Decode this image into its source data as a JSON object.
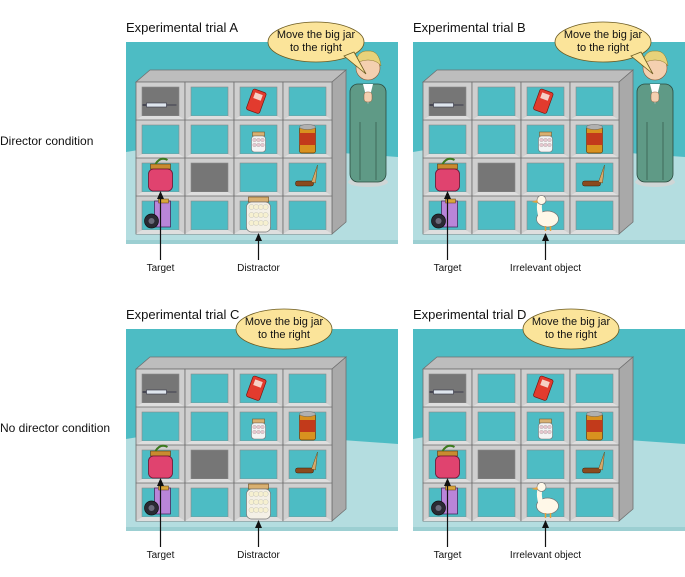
{
  "conditions": {
    "director": "Director condition",
    "no_director": "No director condition"
  },
  "instruction": {
    "line1": "Move the big jar",
    "line2": "to the right"
  },
  "panels": [
    {
      "title": "Experimental trial A",
      "director": true,
      "bottom_object": "jar",
      "labels": [
        "Target",
        "Distractor"
      ]
    },
    {
      "title": "Experimental trial B",
      "director": true,
      "bottom_object": "duck",
      "labels": [
        "Target",
        "Irrelevant object"
      ]
    },
    {
      "title": "Experimental trial C",
      "director": false,
      "bottom_object": "jar",
      "labels": [
        "Target",
        "Distractor"
      ]
    },
    {
      "title": "Experimental trial D",
      "director": false,
      "bottom_object": "duck",
      "labels": [
        "Target",
        "Irrelevant object"
      ]
    }
  ],
  "colors": {
    "wall": "#4dbcc4",
    "floor": "#b4dde0",
    "shelf_front": "#cfcfcf",
    "shelf_side": "#a9a9a9",
    "cell_back": "#4dbcc4",
    "cell_dark": "#767676"
  }
}
